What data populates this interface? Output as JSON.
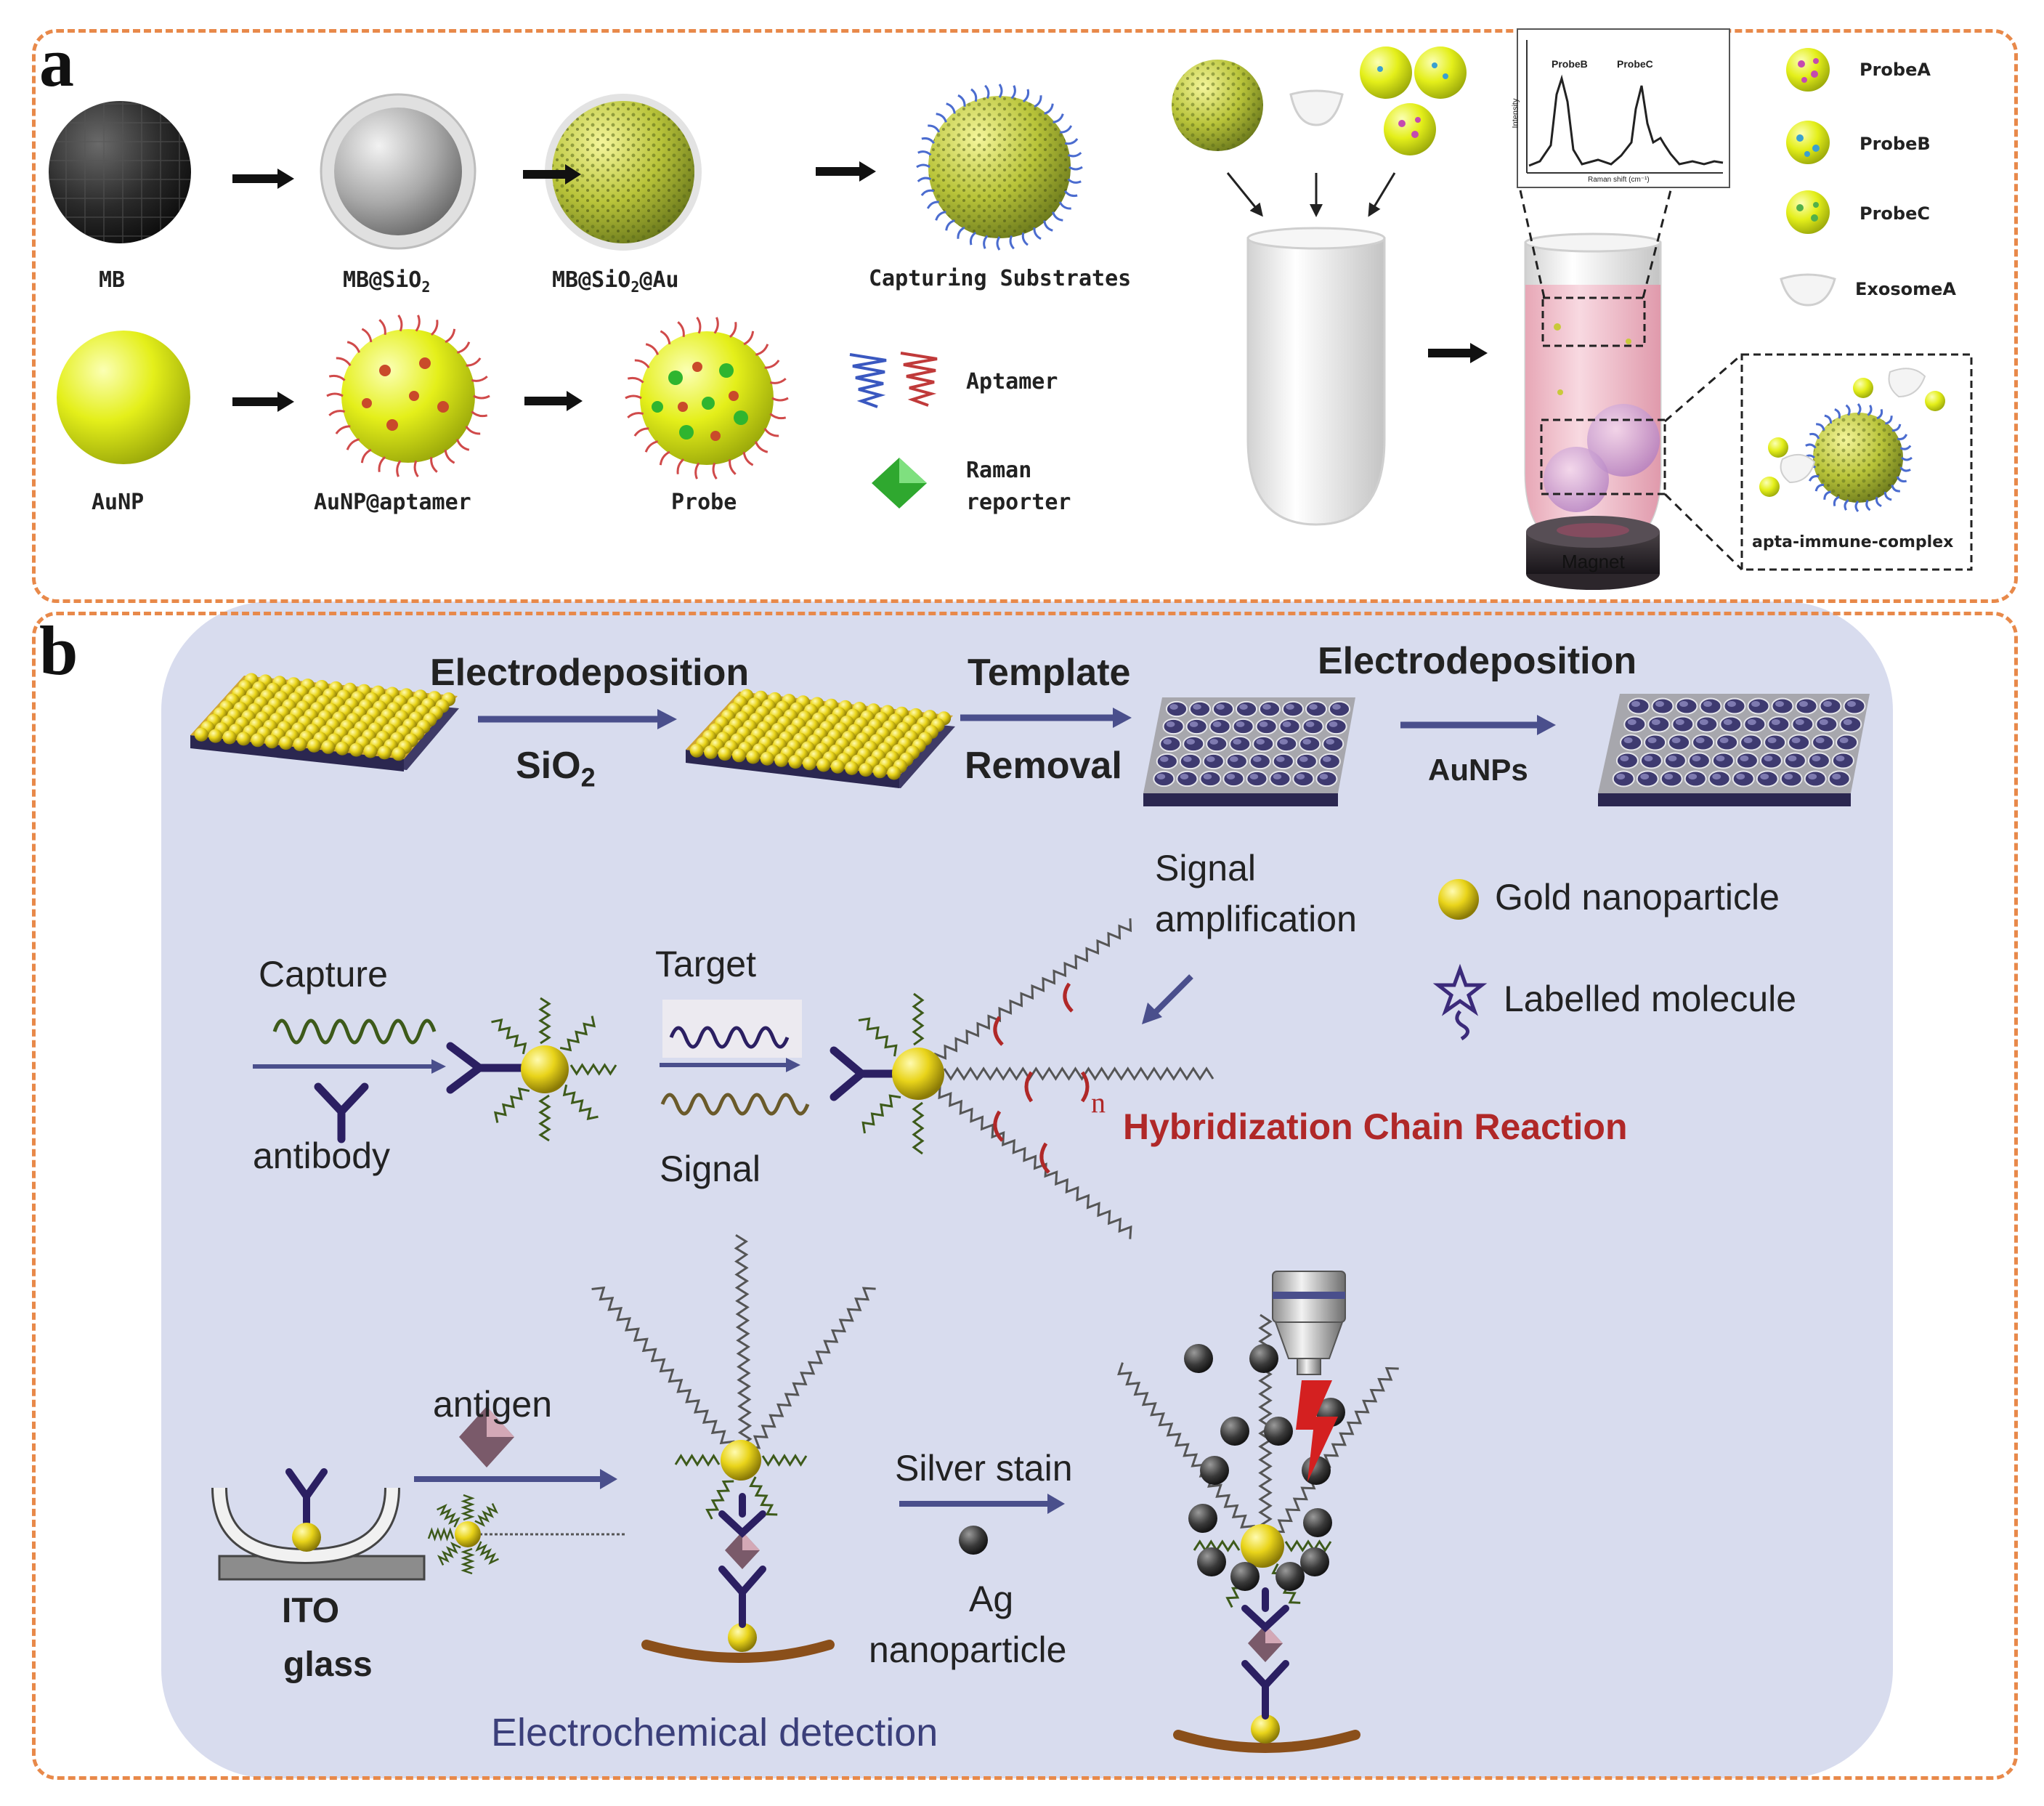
{
  "panel_letters": {
    "a": "a",
    "b": "b"
  },
  "panel_a": {
    "labels": {
      "mb": "MB",
      "mb_sio2": "MB@SiO",
      "mb_sio2_sub": "2",
      "mb_sio2_au_pre": "MB@SiO",
      "mb_sio2_au_sub": "2",
      "mb_sio2_au_post": "@Au",
      "capturing_substrates": "Capturing Substrates",
      "aunp": "AuNP",
      "aunp_aptamer": "AuNP@aptamer",
      "probe": "Probe",
      "aptamer": "Aptamer",
      "raman_line1": "Raman",
      "raman_line2": "reporter",
      "magnet": "Magnet",
      "complex": "apta-immune-complex"
    },
    "legend": [
      "ProbeA",
      "ProbeB",
      "ProbeC",
      "ExosomeA"
    ],
    "spectrum": {
      "peak_labels": [
        "ProbeB",
        "ProbeC"
      ],
      "y_label": "Intensity",
      "x_label": "Raman shift (cm⁻¹)"
    }
  },
  "panel_b": {
    "step_labels": {
      "electrodeposition_1": "Electrodeposition",
      "sio2_pre": "SiO",
      "sio2_sub": "2",
      "template": "Template",
      "removal": "Removal",
      "electrodeposition_2": "Electrodeposition",
      "aunps": "AuNPs"
    },
    "assembly": {
      "capture": "Capture",
      "antibody": "antibody",
      "target": "Target",
      "signal": "Signal",
      "signal_amp_1": "Signal",
      "signal_amp_2": "amplification",
      "hcr": "Hybridization Chain Reaction",
      "n": "n"
    },
    "legend": {
      "gold": "Gold nanoparticle",
      "labelled": "Labelled molecule"
    },
    "detection": {
      "antigen": "antigen",
      "ito_1": "ITO",
      "ito_2": "glass",
      "silver_stain": "Silver stain",
      "ag_1": "Ag",
      "ag_2": "nanoparticle",
      "electrochemical": "Electrochemical detection"
    },
    "colors": {
      "hcr": "#b02828",
      "arrow": "#4a4f8c",
      "bg": "#d8dcee",
      "electrochem": "#3b3f7a"
    }
  }
}
